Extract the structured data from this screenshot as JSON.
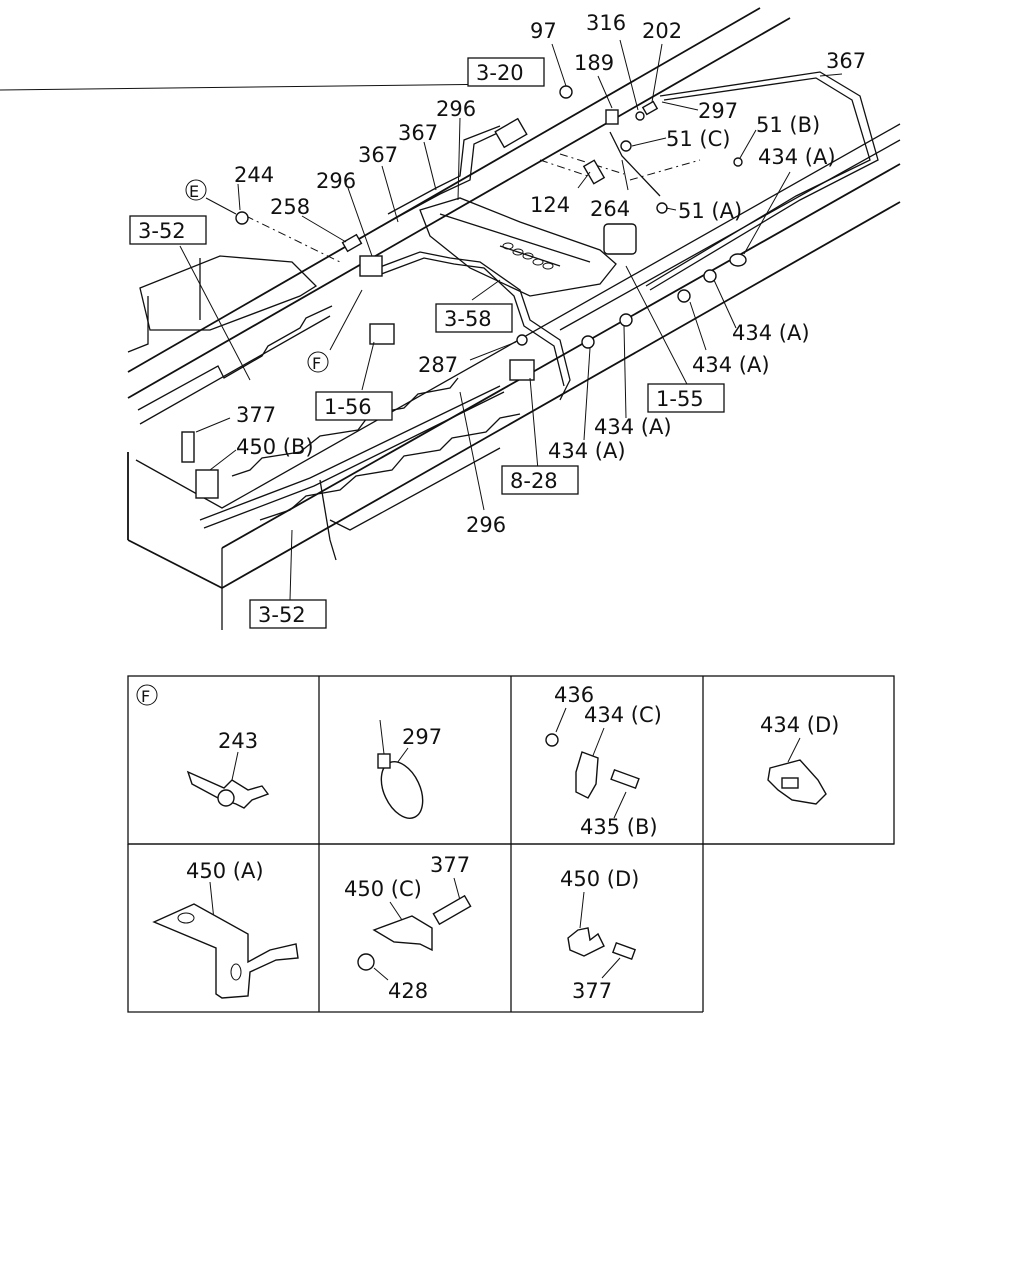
{
  "main_diagram": {
    "callouts": {
      "c97": "97",
      "c316": "316",
      "c202": "202",
      "c189": "189",
      "c367_top": "367",
      "c297": "297",
      "c51c": "51 (C)",
      "c51b": "51 (B)",
      "c434a_1": "434 (A)",
      "c124": "124",
      "c264": "264",
      "c51a": "51 (A)",
      "c296_a": "296",
      "c367_a": "367",
      "c367_b": "367",
      "c296_b": "296",
      "c244": "244",
      "c258": "258",
      "c287": "287",
      "c434a_2": "434 (A)",
      "c434a_3": "434 (A)",
      "c434a_4": "434 (A)",
      "c434a_5": "434 (A)",
      "c377": "377",
      "c450b": "450 (B)",
      "c296_c": "296"
    },
    "refs": {
      "r3_20": "3-20",
      "r3_52_top": "3-52",
      "r3_58": "3-58",
      "r1_56": "1-56",
      "r1_55": "1-55",
      "r8_28": "8-28",
      "r3_52_bottom": "3-52"
    },
    "circle_labels": {
      "e": "E",
      "f": "F"
    }
  },
  "parts_grid": {
    "cells": [
      {
        "circle_label": "F",
        "labels": [
          "243"
        ]
      },
      {
        "labels": [
          "297"
        ]
      },
      {
        "labels": [
          "436",
          "434 (C)",
          "435 (B)"
        ]
      },
      {
        "labels": [
          "434 (D)"
        ]
      },
      {
        "labels": [
          "450 (A)"
        ]
      },
      {
        "labels": [
          "450 (C)",
          "377",
          "428"
        ]
      },
      {
        "labels": [
          "450 (D)",
          "377"
        ]
      }
    ]
  }
}
